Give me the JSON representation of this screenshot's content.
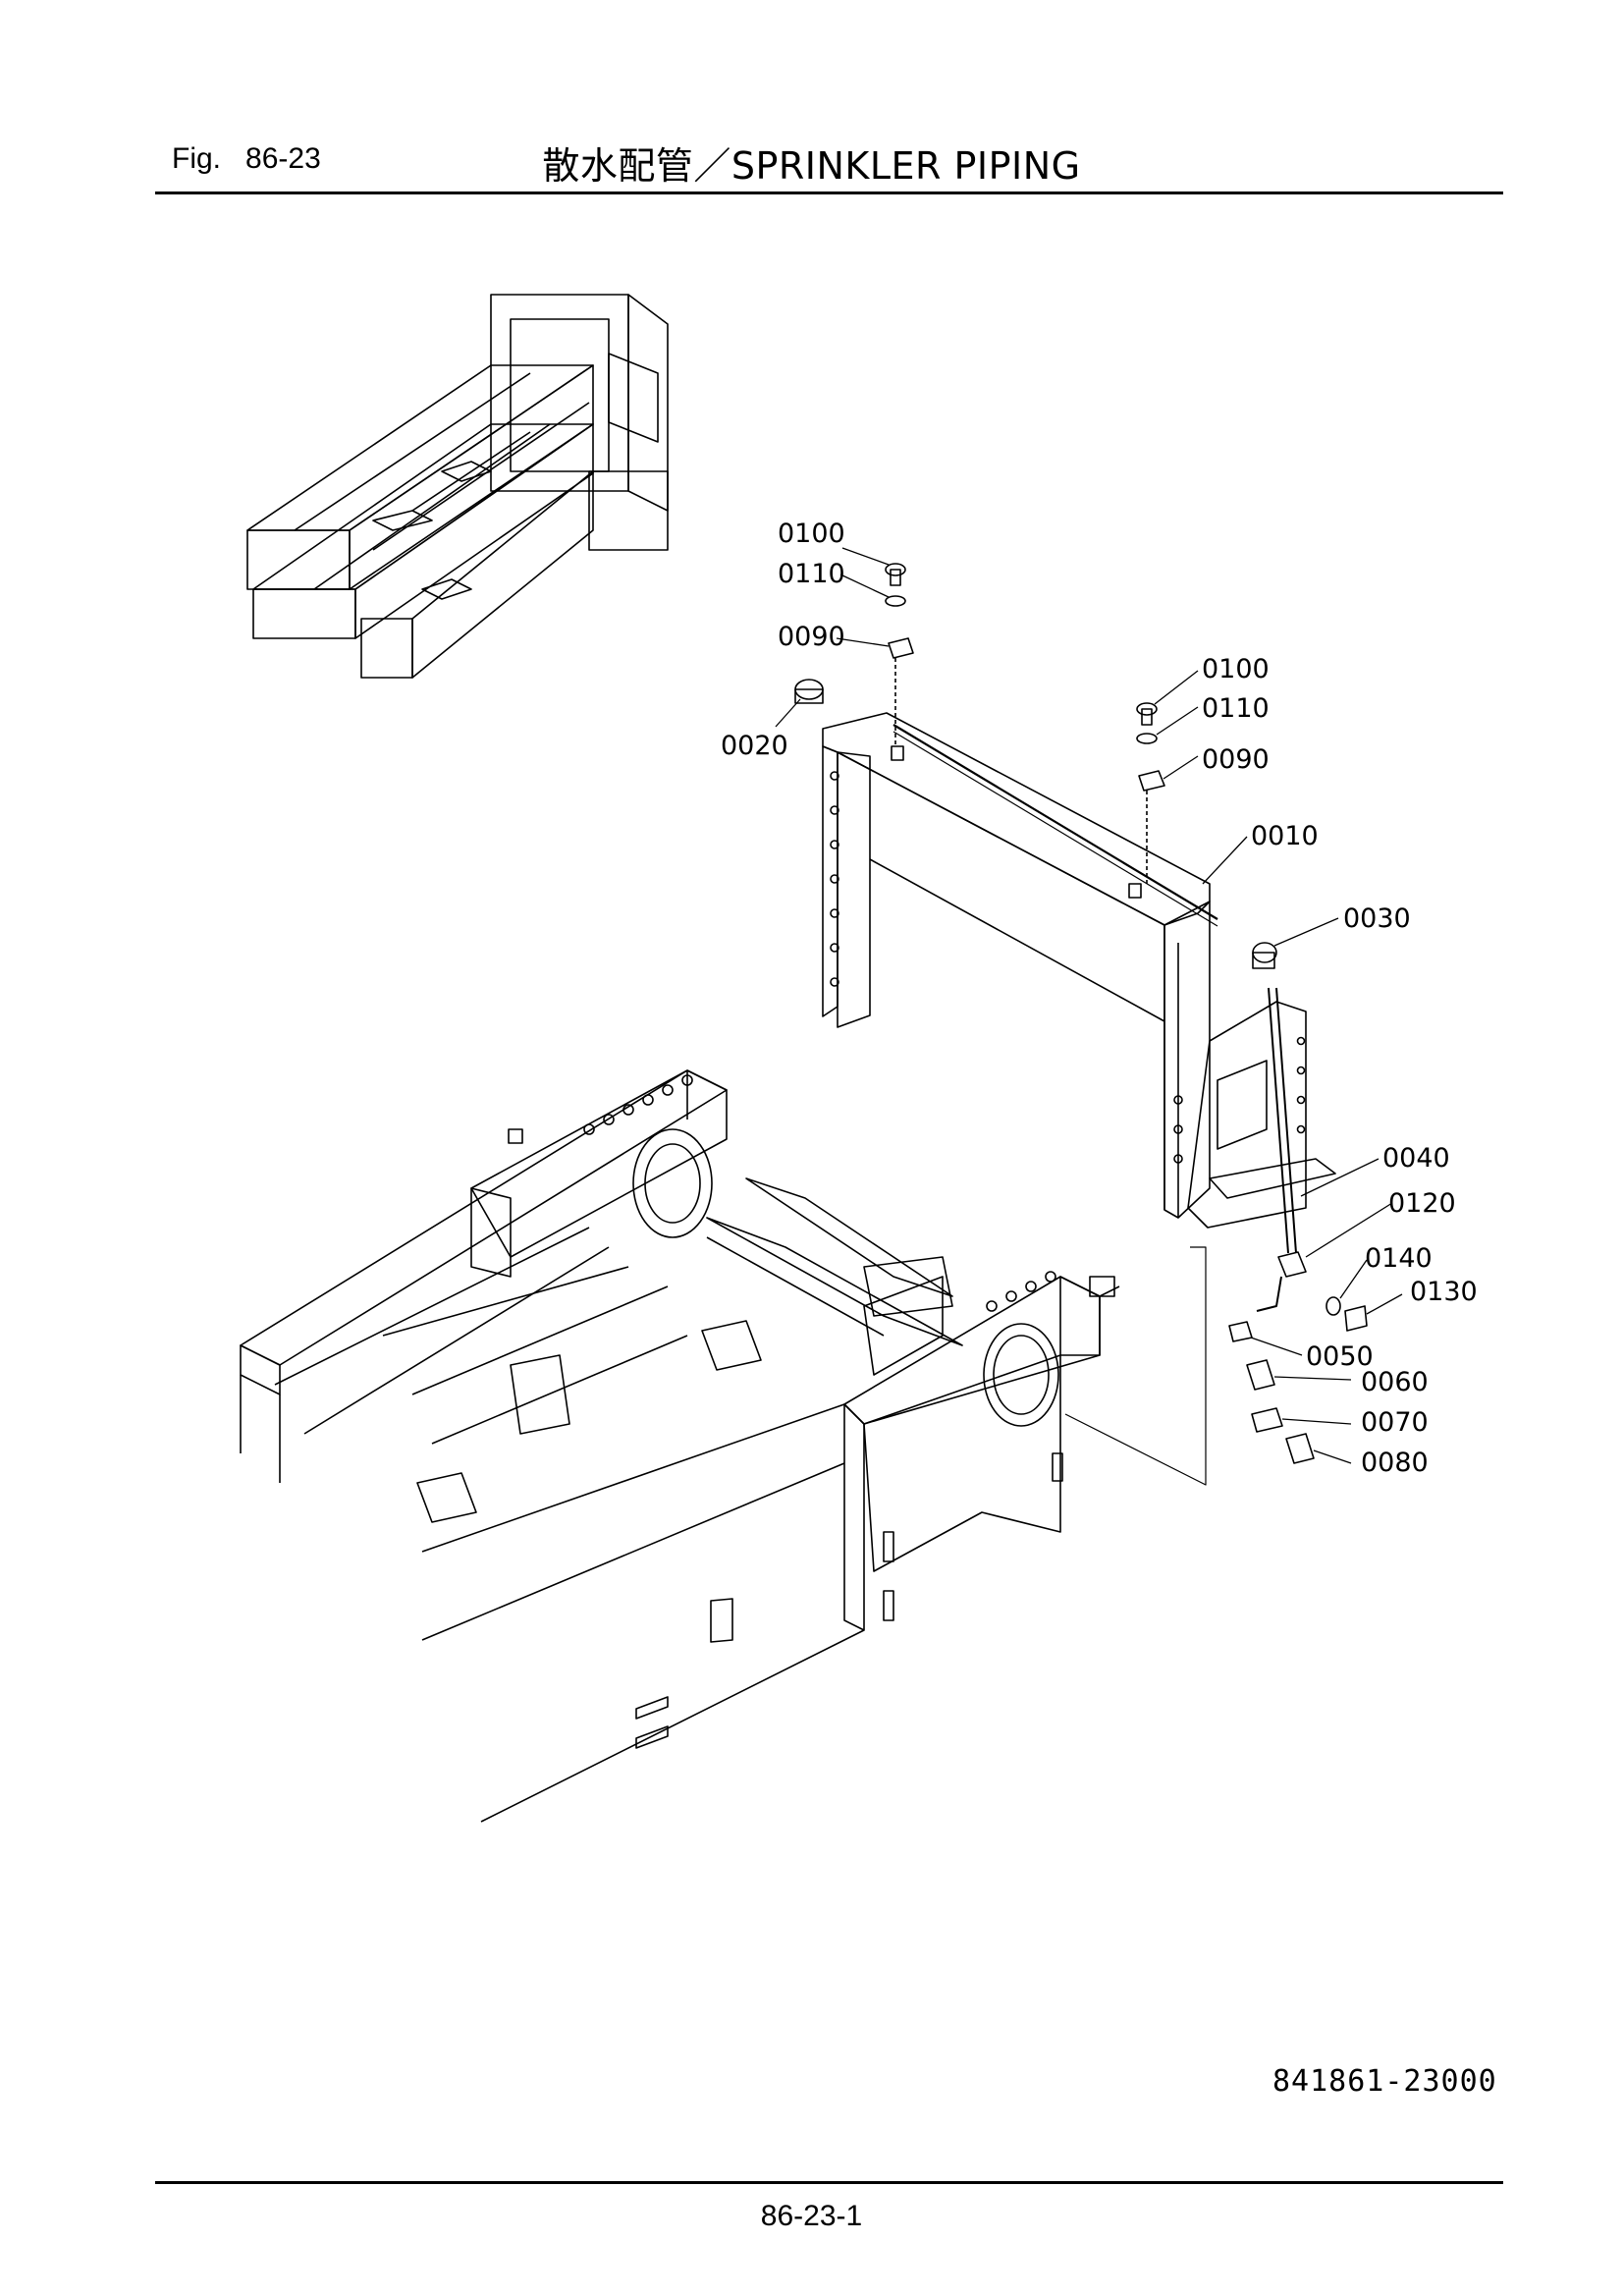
{
  "header": {
    "figure_label": "Fig.",
    "figure_number": "86-23",
    "title": "散水配管／SPRINKLER PIPING"
  },
  "footer": {
    "page_number": "86-23-1",
    "drawing_number": "841861-23000"
  },
  "callouts": [
    {
      "id": "c0100a",
      "text": "0100"
    },
    {
      "id": "c0110a",
      "text": "0110"
    },
    {
      "id": "c0090a",
      "text": "0090"
    },
    {
      "id": "c0020",
      "text": "0020"
    },
    {
      "id": "c0100b",
      "text": "0100"
    },
    {
      "id": "c0110b",
      "text": "0110"
    },
    {
      "id": "c0090b",
      "text": "0090"
    },
    {
      "id": "c0010",
      "text": "0010"
    },
    {
      "id": "c0030",
      "text": "0030"
    },
    {
      "id": "c0040",
      "text": "0040"
    },
    {
      "id": "c0120",
      "text": "0120"
    },
    {
      "id": "c0140",
      "text": "0140"
    },
    {
      "id": "c0130",
      "text": "0130"
    },
    {
      "id": "c0050",
      "text": "0050"
    },
    {
      "id": "c0060",
      "text": "0060"
    },
    {
      "id": "c0070",
      "text": "0070"
    },
    {
      "id": "c0080",
      "text": "0080"
    }
  ]
}
